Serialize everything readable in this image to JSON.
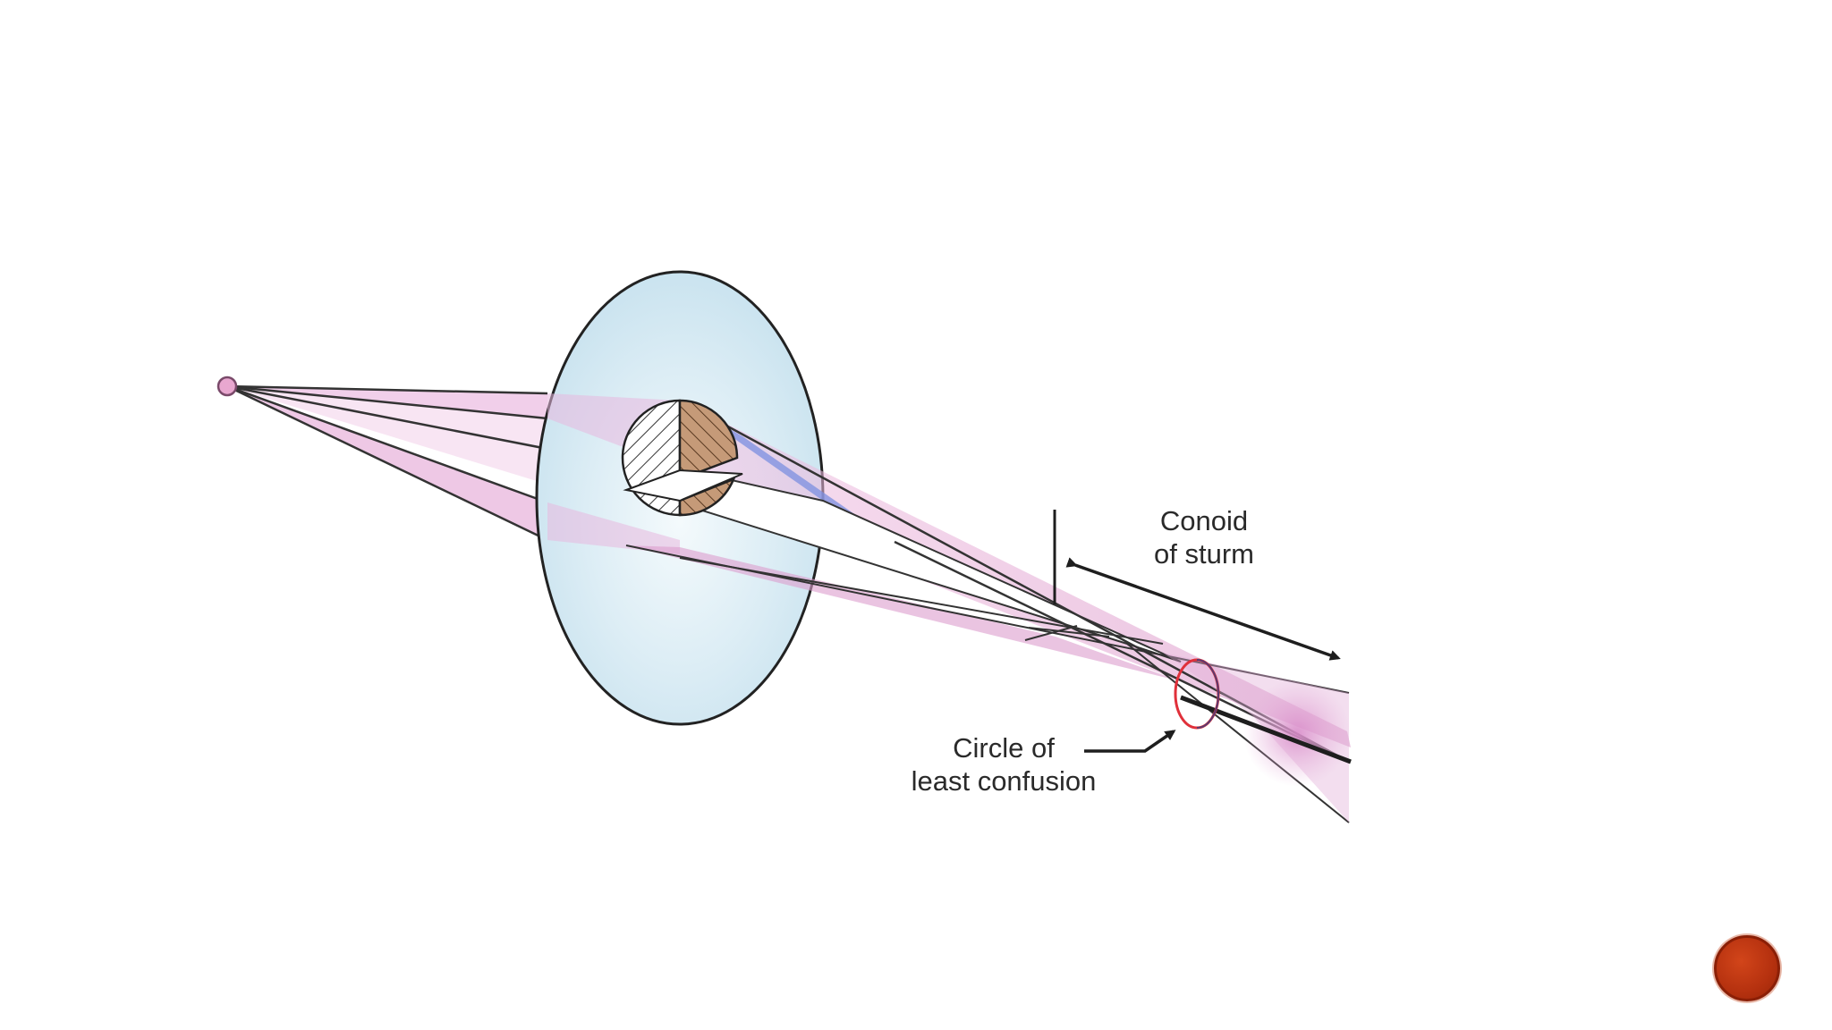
{
  "labels": {
    "conoid_line1": "Conoid",
    "conoid_line2": "of sturm",
    "circle_line1": "Circle of",
    "circle_line2": "least confusion"
  },
  "slide_number": {
    "text": ""
  },
  "colors": {
    "lens_fill": "#d9ecf4",
    "lens_stroke": "#222222",
    "ray_pink": "#e6a5d4",
    "ray_blue": "#6f83d6",
    "hatch_brown": "#b58a6a",
    "circle_red": "#e0303a",
    "slide_button": "#b5310f"
  }
}
